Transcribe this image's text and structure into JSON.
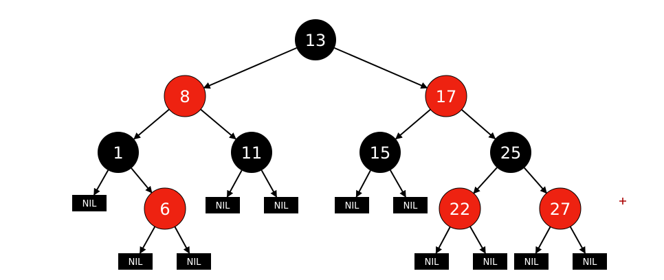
{
  "colors": {
    "red": "#ee2211",
    "black": "#000000",
    "edge": "#000000",
    "text": "#ffffff",
    "background": "#ffffff",
    "marker": "#aa0000"
  },
  "nodes": [
    {
      "id": "n13",
      "label": "13",
      "color": "black"
    },
    {
      "id": "n8",
      "label": "8",
      "color": "red"
    },
    {
      "id": "n17",
      "label": "17",
      "color": "red"
    },
    {
      "id": "n1",
      "label": "1",
      "color": "black"
    },
    {
      "id": "n11",
      "label": "11",
      "color": "black"
    },
    {
      "id": "n15",
      "label": "15",
      "color": "black"
    },
    {
      "id": "n25",
      "label": "25",
      "color": "black"
    },
    {
      "id": "n6",
      "label": "6",
      "color": "red"
    },
    {
      "id": "n22",
      "label": "22",
      "color": "red"
    },
    {
      "id": "n27",
      "label": "27",
      "color": "red"
    }
  ],
  "nil_label": "NIL",
  "edges": [
    [
      "n13",
      "n8"
    ],
    [
      "n13",
      "n17"
    ],
    [
      "n8",
      "n1"
    ],
    [
      "n8",
      "n11"
    ],
    [
      "n17",
      "n15"
    ],
    [
      "n17",
      "n25"
    ],
    [
      "n1",
      "nil1"
    ],
    [
      "n1",
      "n6"
    ],
    [
      "n6",
      "nil2"
    ],
    [
      "n6",
      "nil3"
    ],
    [
      "n11",
      "nil4"
    ],
    [
      "n11",
      "nil5"
    ],
    [
      "n15",
      "nil6"
    ],
    [
      "n15",
      "nil7"
    ],
    [
      "n25",
      "n22"
    ],
    [
      "n25",
      "n27"
    ],
    [
      "n22",
      "nil8"
    ],
    [
      "n22",
      "nil9"
    ],
    [
      "n27",
      "nil10"
    ],
    [
      "n27",
      "nil11"
    ]
  ],
  "marker_icon": "plus-cursor-icon"
}
